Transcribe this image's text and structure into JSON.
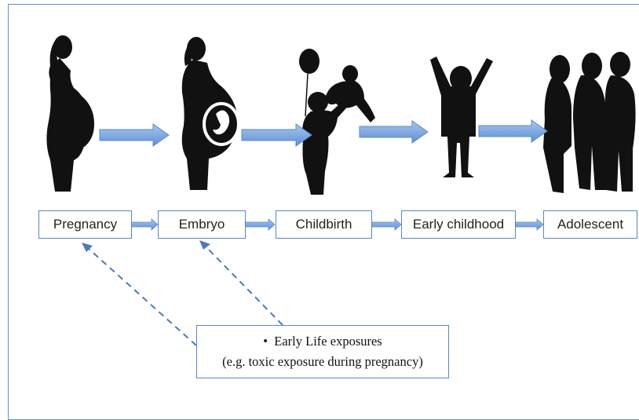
{
  "stages": [
    {
      "label": "Pregnancy"
    },
    {
      "label": "Embryo"
    },
    {
      "label": "Childbirth"
    },
    {
      "label": "Early childhood"
    },
    {
      "label": "Adolescent"
    }
  ],
  "note": {
    "bullet": "•",
    "line1": "Early Life exposures",
    "line2": "(e.g. toxic exposure during pregnancy)"
  },
  "colors": {
    "arrow_fill": "#7fa8e0",
    "box_border": "#5b86c2",
    "silhouette": "#111111",
    "dashed": "#4f79b5"
  }
}
